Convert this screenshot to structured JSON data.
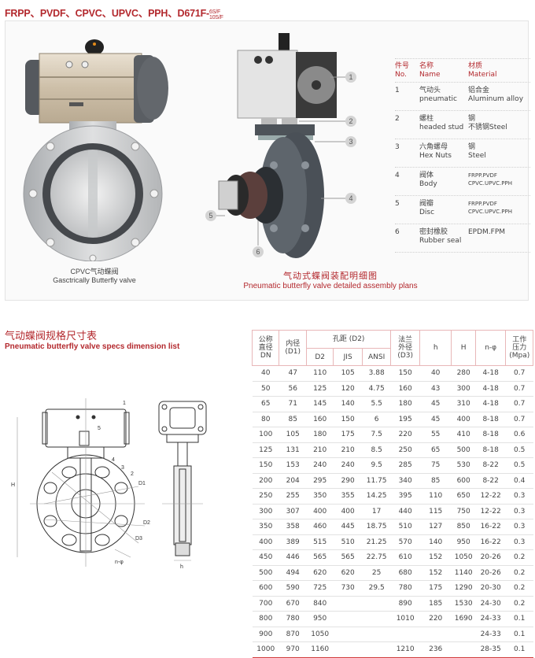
{
  "header": {
    "title_main": "FRPP、PVDF、CPVC、UPVC、PPH、D671F-",
    "title_sup": "6S/F",
    "title_sub": "10S/F"
  },
  "photo": {
    "caption_zh": "CPVC气动蝶阀",
    "caption_en": "Gasctrically Butterfly valve"
  },
  "assembly": {
    "caption_zh": "气动式蝶阀装配明细图",
    "caption_en": "Pneumatic butterfly valve detailed assembly plans",
    "callouts": [
      "1",
      "2",
      "3",
      "4",
      "5",
      "6"
    ]
  },
  "parts_table": {
    "headers": {
      "no_zh": "件号",
      "no_en": "No.",
      "name_zh": "名称",
      "name_en": "Name",
      "material_zh": "材质",
      "material_en": "Material"
    },
    "rows": [
      {
        "no": "1",
        "name_zh": "气动头",
        "name_en": "pneumatic",
        "mat_1": "铝合金",
        "mat_2": "Aluminum alloy"
      },
      {
        "no": "2",
        "name_zh": "螺柱",
        "name_en": "headed stud",
        "mat_1": "钢",
        "mat_2": "不锈钢Steel"
      },
      {
        "no": "3",
        "name_zh": "六角螺母",
        "name_en": "Hex Nuts",
        "mat_1": "钢",
        "mat_2": "Steel"
      },
      {
        "no": "4",
        "name_zh": "阀体",
        "name_en": "Body",
        "mat_1": "FRPP.PVDF",
        "mat_2": "CPVC.UPVC.PPH"
      },
      {
        "no": "5",
        "name_zh": "阀瓣",
        "name_en": "Disc",
        "mat_1": "FRPP.PVDF",
        "mat_2": "CPVC.UPVC.PPH"
      },
      {
        "no": "6",
        "name_zh": "密封橡胶",
        "name_en": "Rubber seal",
        "mat_1": "EPDM.FPM",
        "mat_2": ""
      }
    ]
  },
  "spec_section": {
    "title_zh": "气动蝶阀规格尺寸表",
    "title_en": "Pneumatic butterfly valve specs dimension list",
    "drawing_labels": [
      "1",
      "2",
      "3",
      "4",
      "5",
      "D1",
      "D2",
      "D3",
      "H",
      "h",
      "n-φ"
    ]
  },
  "spec_table": {
    "headers": {
      "dn_1": "公称",
      "dn_2": "直径",
      "dn_3": "DN",
      "d1_1": "内径",
      "d1_2": "(D1)",
      "hole": "孔距 (D2)",
      "d2": "D2",
      "jis": "JIS",
      "ansi": "ANSI",
      "d3_1": "法兰",
      "d3_2": "外径",
      "d3_3": "(D3)",
      "h": "h",
      "H": "H",
      "n": "n-φ",
      "p_1": "工作",
      "p_2": "压力",
      "p_3": "(Mpa)"
    },
    "rows": [
      [
        "40",
        "47",
        "110",
        "105",
        "3.88",
        "150",
        "40",
        "280",
        "4-18",
        "0.7"
      ],
      [
        "50",
        "56",
        "125",
        "120",
        "4.75",
        "160",
        "43",
        "300",
        "4-18",
        "0.7"
      ],
      [
        "65",
        "71",
        "145",
        "140",
        "5.5",
        "180",
        "45",
        "310",
        "4-18",
        "0.7"
      ],
      [
        "80",
        "85",
        "160",
        "150",
        "6",
        "195",
        "45",
        "400",
        "8-18",
        "0.7"
      ],
      [
        "100",
        "105",
        "180",
        "175",
        "7.5",
        "220",
        "55",
        "410",
        "8-18",
        "0.6"
      ],
      [
        "125",
        "131",
        "210",
        "210",
        "8.5",
        "250",
        "65",
        "500",
        "8-18",
        "0.5"
      ],
      [
        "150",
        "153",
        "240",
        "240",
        "9.5",
        "285",
        "75",
        "530",
        "8-22",
        "0.5"
      ],
      [
        "200",
        "204",
        "295",
        "290",
        "11.75",
        "340",
        "85",
        "600",
        "8-22",
        "0.4"
      ],
      [
        "250",
        "255",
        "350",
        "355",
        "14.25",
        "395",
        "110",
        "650",
        "12-22",
        "0.3"
      ],
      [
        "300",
        "307",
        "400",
        "400",
        "17",
        "440",
        "115",
        "750",
        "12-22",
        "0.3"
      ],
      [
        "350",
        "358",
        "460",
        "445",
        "18.75",
        "510",
        "127",
        "850",
        "16-22",
        "0.3"
      ],
      [
        "400",
        "389",
        "515",
        "510",
        "21.25",
        "570",
        "140",
        "950",
        "16-22",
        "0.3"
      ],
      [
        "450",
        "446",
        "565",
        "565",
        "22.75",
        "610",
        "152",
        "1050",
        "20-26",
        "0.2"
      ],
      [
        "500",
        "494",
        "620",
        "620",
        "25",
        "680",
        "152",
        "1140",
        "20-26",
        "0.2"
      ],
      [
        "600",
        "590",
        "725",
        "730",
        "29.5",
        "780",
        "175",
        "1290",
        "20-30",
        "0.2"
      ],
      [
        "700",
        "670",
        "840",
        "",
        "",
        "890",
        "185",
        "1530",
        "24-30",
        "0.2"
      ],
      [
        "800",
        "780",
        "950",
        "",
        "",
        "1010",
        "220",
        "1690",
        "24-33",
        "0.1"
      ],
      [
        "900",
        "870",
        "1050",
        "",
        "",
        "",
        "",
        "",
        "24-33",
        "0.1"
      ],
      [
        "1000",
        "970",
        "1160",
        "",
        "",
        "1210",
        "236",
        "",
        "28-35",
        "0.1"
      ]
    ]
  },
  "colors": {
    "accent_red": "#b3282d",
    "header_border": "#e8b7b8",
    "actuator_beige": "#d8ccb8",
    "body_grey": "#c9cbcd",
    "dark_grey": "#4b4f54"
  }
}
